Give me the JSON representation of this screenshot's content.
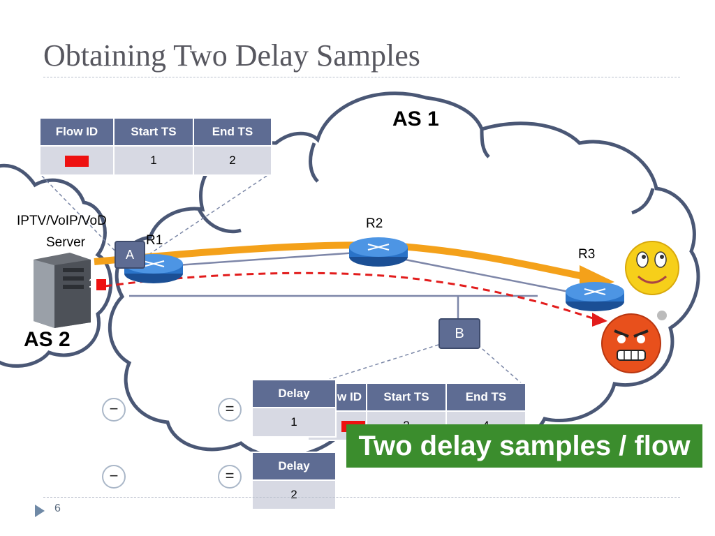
{
  "title": "Obtaining Two Delay Samples",
  "labels": {
    "as1": "AS 1",
    "as2": "AS 2",
    "server": "IPTV/VoIP/VoD",
    "server2": "Server",
    "r1": "R1",
    "r2": "R2",
    "r3": "R3",
    "a": "A",
    "b": "B",
    "one": "1"
  },
  "table_a": {
    "headers": [
      "Flow ID",
      "Start TS",
      "End TS"
    ],
    "row": [
      "",
      "1",
      "2"
    ]
  },
  "table_b": {
    "headers": [
      "w ID",
      "Start TS",
      "End TS"
    ],
    "row": [
      "",
      "2",
      "4"
    ]
  },
  "delay1": {
    "header": "Delay",
    "value": "1"
  },
  "delay2": {
    "header": "Delay",
    "value": "2"
  },
  "ops": {
    "minus": "−",
    "equals": "="
  },
  "banner": "Two delay samples / flow",
  "page_number": "6",
  "colors": {
    "accent_orange": "#f4a11a",
    "table_header": "#5e6c93",
    "banner_green": "#3b8d2d",
    "flow_red": "#ee1111"
  }
}
